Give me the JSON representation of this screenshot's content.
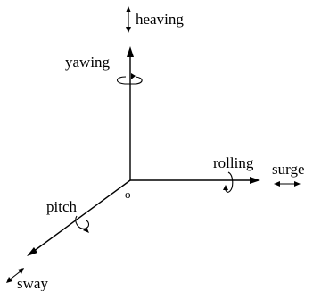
{
  "labels": {
    "heaving": "heaving",
    "yawing": "yawing",
    "rolling": "rolling",
    "surge": "surge",
    "pitch": "pitch",
    "sway": "sway",
    "origin": "o"
  }
}
